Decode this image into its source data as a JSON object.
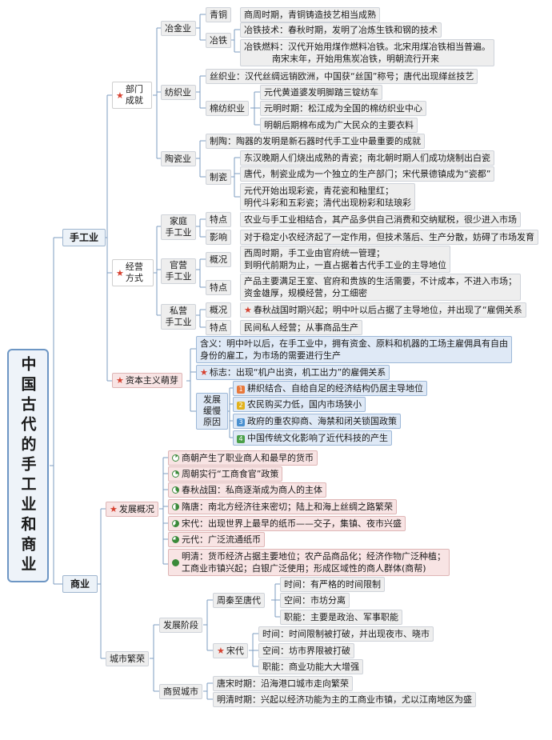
{
  "title": "中国古代的手工业和商业",
  "colors": {
    "line": "#7d9cc0",
    "star": "#d6402f",
    "pie": "#3a8a3a"
  },
  "handicraft": {
    "label": "手工业",
    "achievements": {
      "label": "部门\n成就",
      "metallurgy": {
        "label": "冶金业",
        "bronze": {
          "label": "青铜",
          "text": "商周时期，青铜铸造技艺相当成熟"
        },
        "iron": {
          "label": "冶铁",
          "technique": "冶铁技术：春秋时期，发明了冶炼生铁和钢的技术",
          "fuel": "冶铁燃料：汉代开始用煤作燃料冶铁。北宋用煤冶铁相当普遍。\n          南宋末年，开始用焦炭冶铁，明朝流行开来"
        }
      },
      "textile": {
        "label": "纺织业",
        "silk": "丝织业：汉代丝绸远销欧洲，中国获“丝国”称号；唐代出现缂丝技艺",
        "cotton": {
          "label": "棉纺织业",
          "items": [
            "元代黄道婆发明脚踏三锭纺车",
            "元明时期：松江成为全国的棉纺织业中心",
            "明朝后期棉布成为广大民众的主要衣料"
          ]
        }
      },
      "ceramics": {
        "label": "陶瓷业",
        "pottery": "制陶：陶器的发明是新石器时代手工业中最重要的成就",
        "porcelain": {
          "label": "制瓷",
          "items": [
            "东汉晚期人们烧出成熟的青瓷；南北朝时期人们成功烧制出白瓷",
            "唐代，制瓷业成为一个独立的生产部门；宋代景德镇成为“瓷都”",
            "元代开始出现彩瓷，青花瓷和釉里红；\n明代斗彩和五彩瓷；清代出现粉彩和珐琅彩"
          ]
        }
      }
    },
    "management": {
      "label": "经营\n方式",
      "family": {
        "label": "家庭\n手工业",
        "feature_label": "特点",
        "feature": "农业与手工业相结合，其产品多供自己消费和交纳赋税，很少进入市场",
        "impact_label": "影响",
        "impact": "对于稳定小农经济起了一定作用，但技术落后、生产分散，妨碍了市场发育"
      },
      "official": {
        "label": "官营\n手工业",
        "overview_label": "概况",
        "overview": "西周时期，手工业由官府统一管理；\n到明代前期为止，一直占据着古代手工业的主导地位",
        "feature_label": "特点",
        "feature": "产品主要满足王室、官府和贵族的生活需要，不计成本，不进入市场；\n资金雄厚，规模经营，分工细密"
      },
      "private": {
        "label": "私营\n手工业",
        "overview_label": "概况",
        "overview": "春秋战国时期兴起；明中叶以后占据了主导地位，并出现了“雇佣关系",
        "feature_label": "特点",
        "feature": "民间私人经营；从事商品生产"
      }
    },
    "capitalism": {
      "label": "资本主义萌芽",
      "meaning": "含义：明中叶以后，在手工业中，拥有资金、原料和机器的工场主雇佣具有自由\n身份的雇工，为市场的需要进行生产",
      "sign": "标志：出现“机户出资，机工出力”的雇佣关系",
      "slow": {
        "label": "发展\n缓慢\n原因",
        "reasons": [
          {
            "num": "1",
            "color": "#e8783a",
            "text": "耕织结合、自给自足的经济结构仍居主导地位"
          },
          {
            "num": "2",
            "color": "#e2b21c",
            "text": "农民购买力低，国内市场狭小"
          },
          {
            "num": "3",
            "color": "#4a90d0",
            "text": "政府的重农抑商、海禁和闭关锁国政策"
          },
          {
            "num": "4",
            "color": "#4aa04a",
            "text": "中国传统文化影响了近代科技的产生"
          }
        ]
      }
    }
  },
  "commerce": {
    "label": "商业",
    "overview": {
      "label": "发展概况",
      "items": [
        "商朝产生了职业商人和最早的货币",
        "周朝实行“工商食官”政策",
        "春秋战国：私商逐渐成为商人的主体",
        "隋唐：南北方经济往来密切；陆上和海上丝绸之路繁荣",
        "宋代：出现世界上最早的纸币——交子，集镇、夜市兴盛",
        "元代：广泛流通纸币",
        "明清：货币经济占据主要地位；农产品商品化；经济作物广泛种植；\n工商业市镇兴起；白银广泛使用；形成区域性的商人群体(商帮)"
      ]
    },
    "city": {
      "label": "城市繁荣",
      "stages": {
        "label": "发展阶段",
        "zhou_tang": {
          "label": "周秦至唐代",
          "items": [
            "时间：有严格的时间限制",
            "空间：市坊分离",
            "职能：主要是政治、军事职能"
          ]
        },
        "song": {
          "label": "宋代",
          "items": [
            "时间：时间限制被打破，并出现夜市、晓市",
            "空间：坊市界限被打破",
            "职能：商业功能大大增强"
          ]
        }
      },
      "trade_city": {
        "label": "商贸城市",
        "items": [
          "唐宋时期：沿海港口城市走向繁荣",
          "明清时期：兴起以经济功能为主的工商业市镇，尤以江南地区为盛"
        ]
      }
    }
  }
}
